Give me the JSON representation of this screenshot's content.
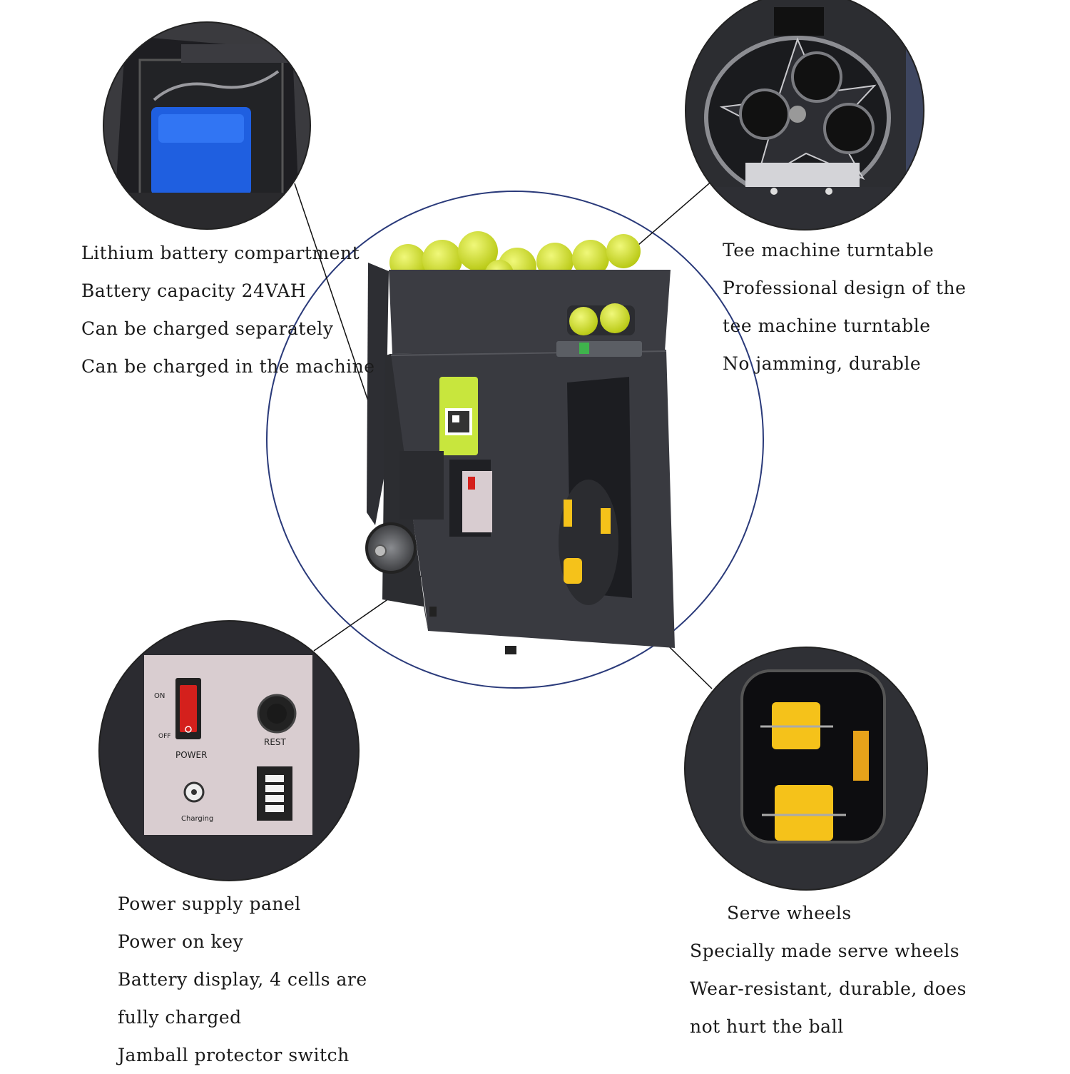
{
  "callouts": {
    "battery": {
      "lines": [
        "Lithium battery compartment",
        "Battery capacity 24VAH",
        "Can be charged separately",
        "Can be charged in the machine"
      ]
    },
    "turntable": {
      "lines": [
        "Tee machine turntable",
        "Professional design of the",
        "tee machine turntable",
        "No jamming, durable"
      ]
    },
    "power_panel": {
      "lines": [
        "Power supply panel",
        "Power on key",
        "Battery display, 4 cells are",
        "fully charged",
        "Jamball protector switch"
      ],
      "switch_on": "ON",
      "switch_off": "OFF",
      "power_label": "POWER",
      "reset_label": "REST",
      "charging_label": "Charging",
      "battery_cells_lit": 4
    },
    "serve_wheels": {
      "lines": [
        "Serve wheels",
        "Specially made serve wheels",
        "Wear-resistant, durable, does",
        "not hurt the ball"
      ]
    }
  },
  "colors": {
    "machine_body": "#3a3b40",
    "tennis_ball": "#d6e62a",
    "battery_pack": "#1f5fe0",
    "serve_wheel": "#f5c21a",
    "power_switch": "#d4201c",
    "panel_face": "#d9cdd0"
  }
}
